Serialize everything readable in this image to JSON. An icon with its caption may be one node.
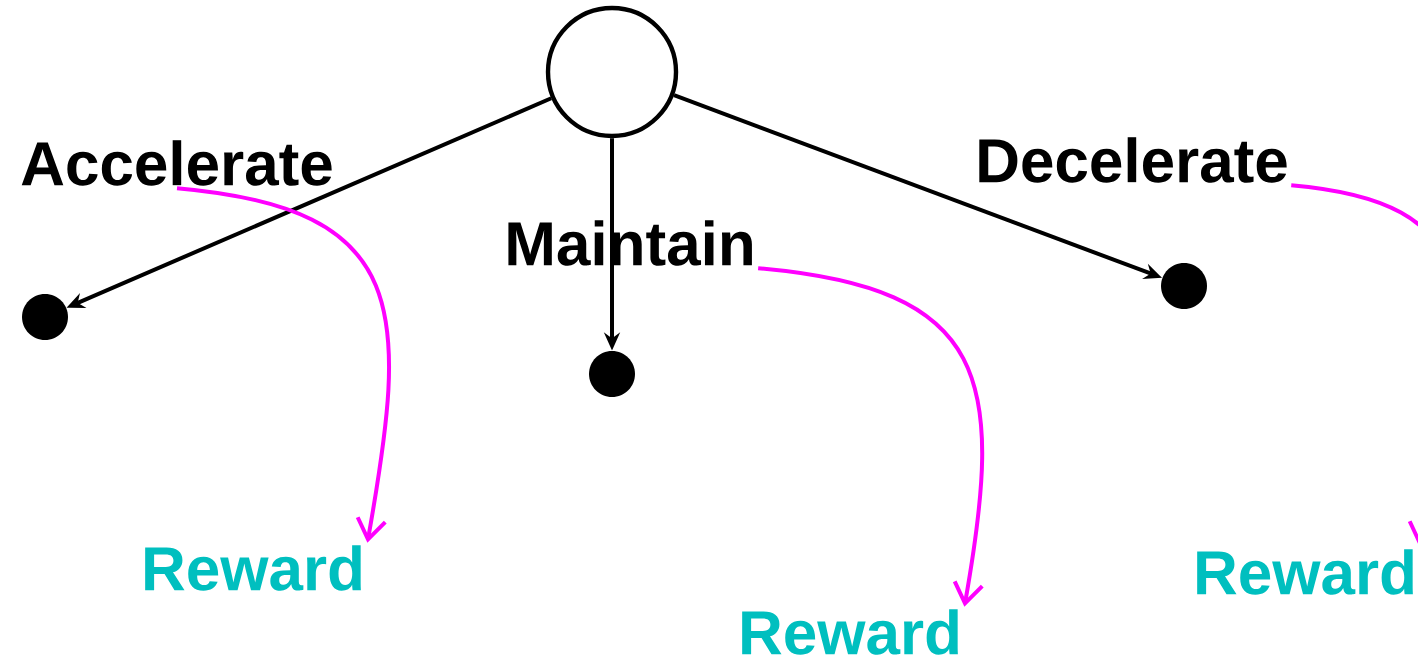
{
  "diagram": {
    "nodes": [
      {
        "text": [],
        "shape": "circle"
      },
      {
        "text": [],
        "shape": "dot"
      },
      {
        "text": [],
        "shape": "dot"
      },
      {
        "text": [],
        "shape": "dot"
      },
      {
        "text": [
          "Accelerate"
        ]
      },
      {
        "text": [
          "Reward"
        ]
      },
      {
        "text": [
          "Maintain"
        ]
      },
      {
        "text": [
          "Reward"
        ]
      },
      {
        "text": [
          "Decelerate"
        ]
      },
      {
        "text": [
          "Reward"
        ]
      }
    ],
    "edges": [
      {
        "from": 0,
        "to": 1,
        "arrow": "to"
      },
      {
        "from": 0,
        "to": 2,
        "arrow": "to"
      },
      {
        "from": 0,
        "to": 3,
        "arrow": "to"
      },
      {
        "from": 4,
        "to": 5,
        "arrow": "to",
        "color": "#ff00ff"
      },
      {
        "from": 6,
        "to": 7,
        "arrow": "to",
        "color": "#ff00ff"
      },
      {
        "from": 8,
        "to": 9,
        "arrow": "to",
        "color": "#ff00ff"
      }
    ]
  }
}
